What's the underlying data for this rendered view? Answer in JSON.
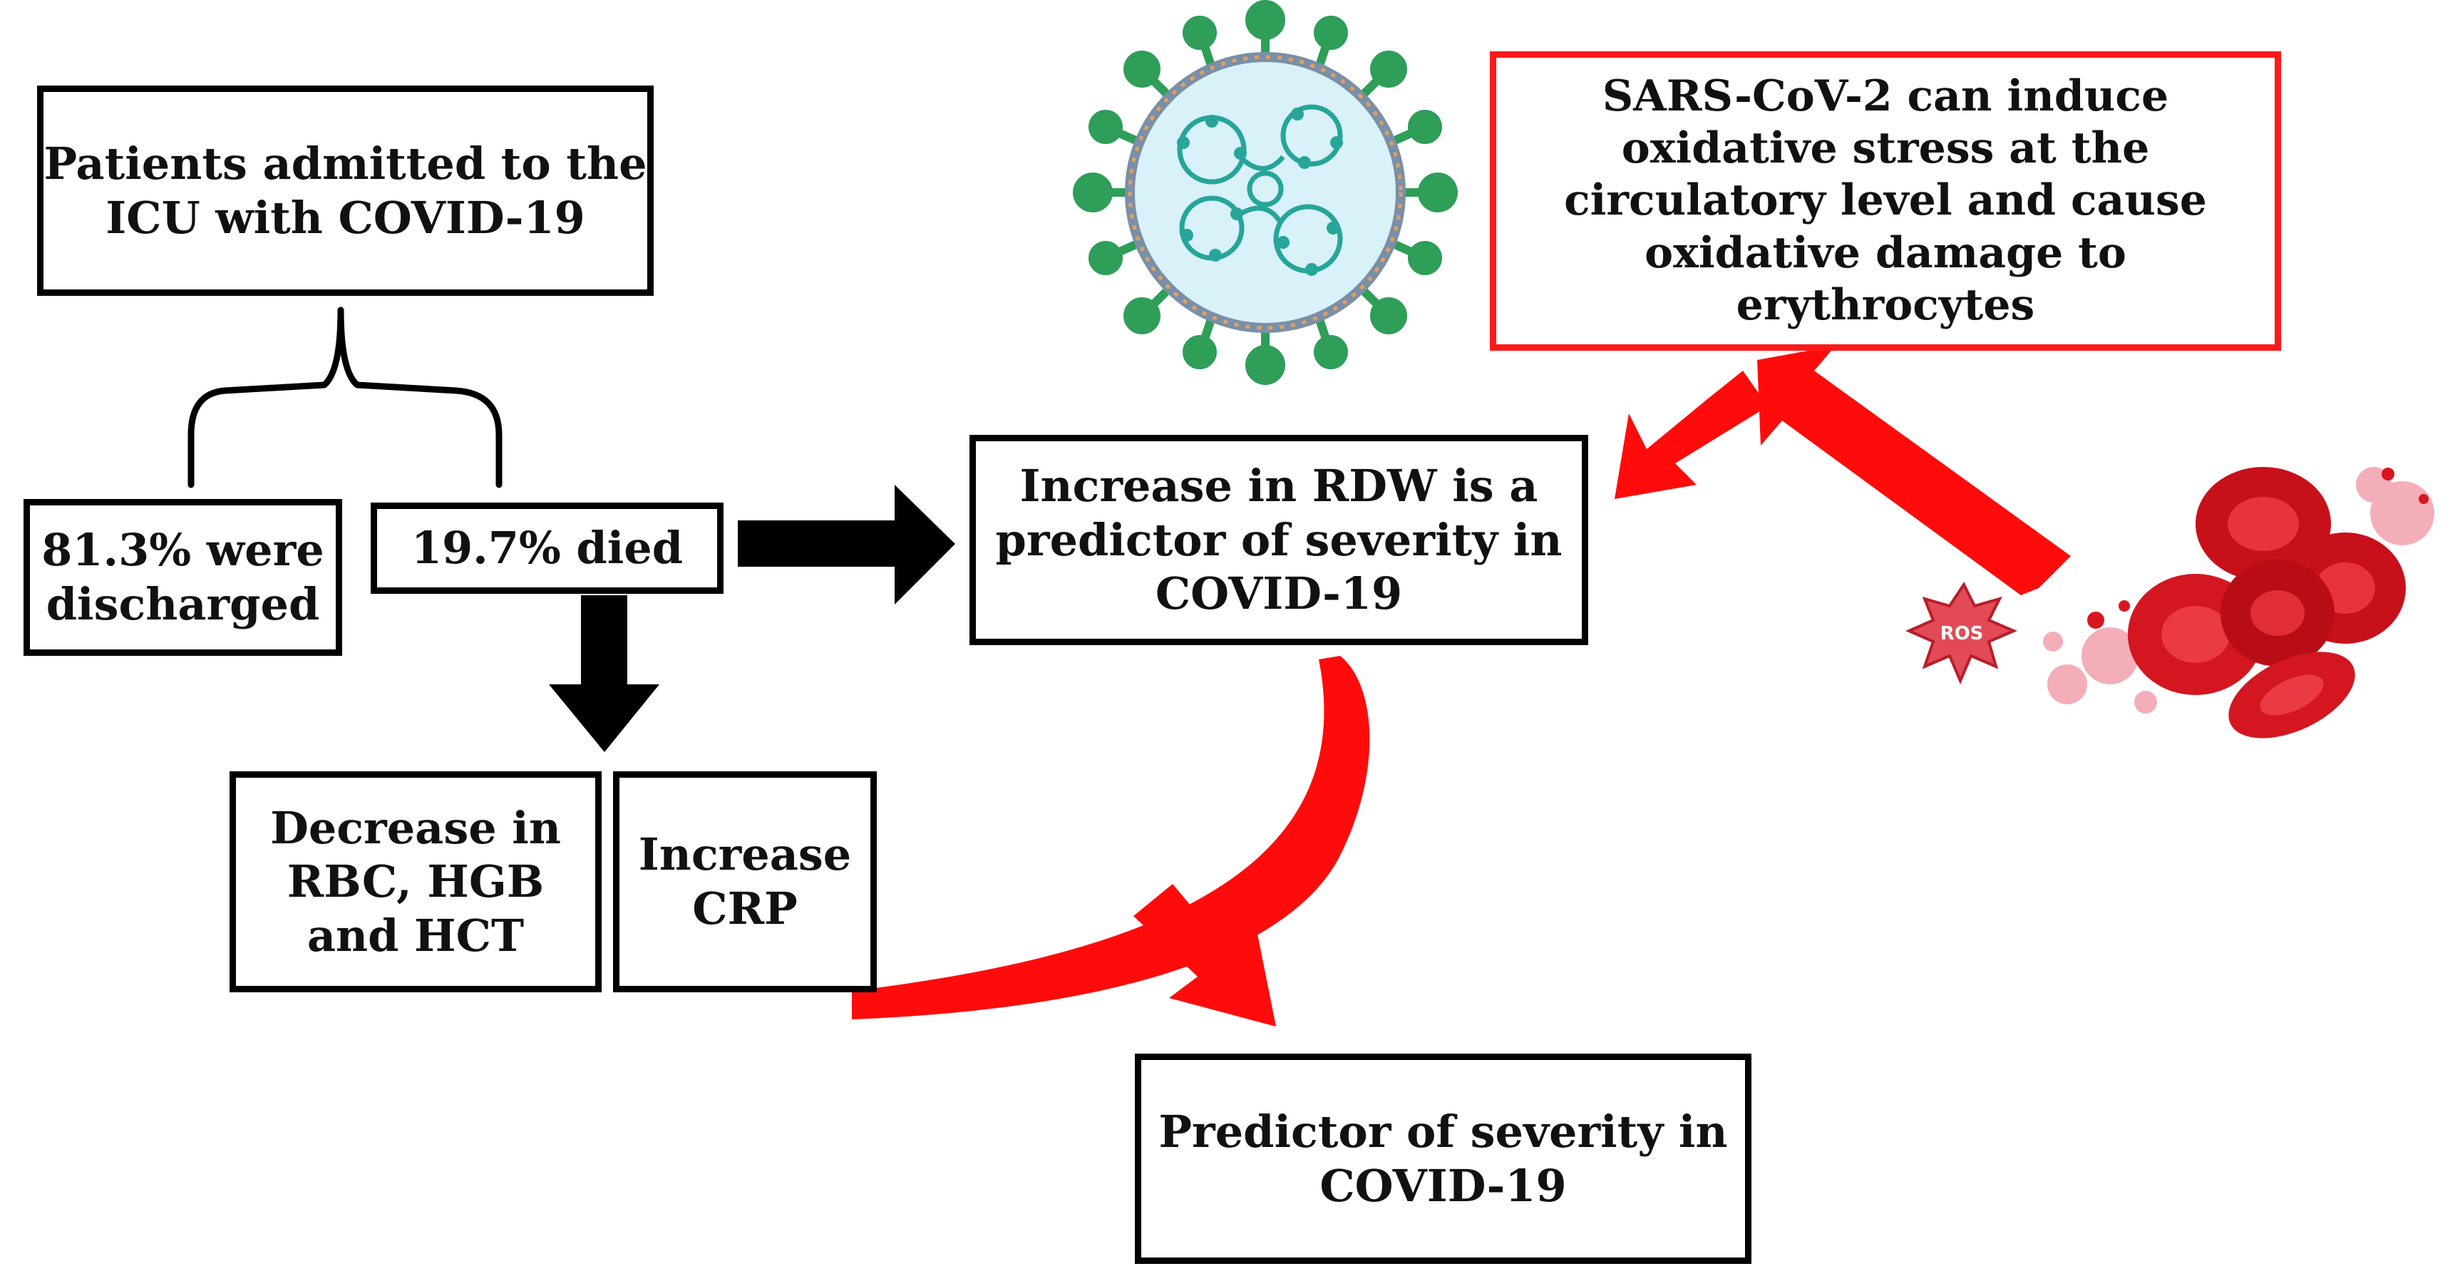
{
  "colors": {
    "box_border": "#000000",
    "highlight_border": "#ff1a1a",
    "red_arrow": "#ff0b0b",
    "black_arrow": "#000000",
    "virus_green": "#2e9e58",
    "virus_interior": "#d9f1f8",
    "virus_rna": "#27a59a",
    "erythrocyte": "#d9151f",
    "ros_burst": "#e24a55"
  },
  "boxes": {
    "icu_patients": "Patients admitted to the\nICU with COVID-19",
    "discharged": "81.3% were\ndischarged",
    "died": "19.7% died",
    "rdw_increase": "Increase in RDW is a\npredictor of severity in\nCOVID-19",
    "sars_cov_2": "SARS-CoV-2 can induce\noxidative stress at the\ncirculatory level and cause\noxidative damage to erythrocytes",
    "decrease_rbc": "Decrease in\nRBC, HGB\nand HCT",
    "increase_crp": "Increase\nCRP",
    "predictor": "Predictor of severity in\nCOVID-19"
  },
  "illustrations": {
    "virus": "coronavirus-icon",
    "blood_cells": "red-blood-cells-icon",
    "ros_label": "ROS"
  }
}
